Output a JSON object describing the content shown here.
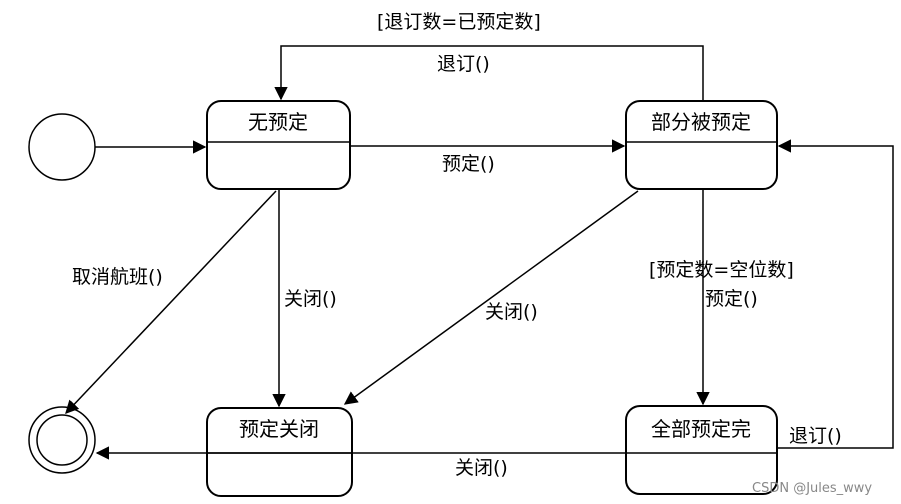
{
  "states": {
    "no_booking": "无预定",
    "partially_booked": "部分被预定",
    "booking_closed": "预定关闭",
    "fully_booked": "全部预定完"
  },
  "transitions": {
    "top_guard": "[退订数=已预定数]",
    "top_event": "退订()",
    "book": "预定()",
    "cancel_flight": "取消航班()",
    "close_from_none": "关闭()",
    "close_from_partial": "关闭()",
    "full_guard": "[预定数=空位数]",
    "full_event": "预定()",
    "refund_from_full": "退订()",
    "close_bottom": "关闭()"
  },
  "watermark": "CSDN @Jules_wwy"
}
